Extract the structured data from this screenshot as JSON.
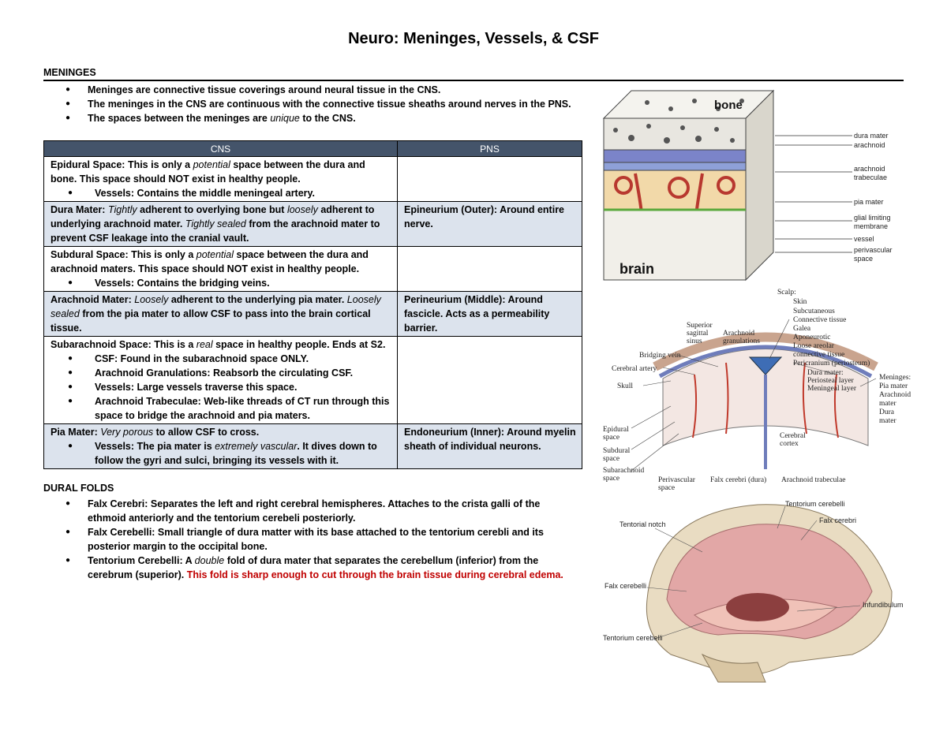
{
  "title": "Neuro: Meninges, Vessels, & CSF",
  "meninges": {
    "heading": "MENINGES",
    "bullets": [
      "Meninges are connective tissue coverings around neural tissue in the CNS.",
      "The meninges in the CNS are continuous with the connective tissue sheaths around nerves in the PNS."
    ],
    "bullet3": {
      "pre": "The spaces between the meninges are ",
      "em": "unique",
      "post": " to the CNS."
    }
  },
  "table": {
    "headers": [
      "CNS",
      "PNS"
    ],
    "rows": {
      "epidural": {
        "a": "Epidural Space: This is only a ",
        "b": "potential",
        "c": " space between the dura and bone. This space should NOT exist in healthy people.",
        "bullets": [
          "Vessels: Contains the middle meningeal artery."
        ],
        "pns": ""
      },
      "dura": {
        "a": "Dura Mater: ",
        "b": "Tightly",
        "c": " adherent to overlying bone but ",
        "d": "loosely",
        "e": " adherent to underlying arachnoid mater. ",
        "f": "Tightly sealed",
        "g": " from the arachnoid mater to prevent CSF leakage into the cranial vault.",
        "pns": "Epineurium (Outer): Around entire nerve."
      },
      "subdural": {
        "a": "Subdural Space: This is only a ",
        "b": "potential",
        "c": " space between the dura and arachnoid maters. This space should NOT exist in healthy people.",
        "bullets": [
          "Vessels: Contains the bridging veins."
        ],
        "pns": ""
      },
      "arachnoid": {
        "a": "Arachnoid Mater: ",
        "b": "Loosely",
        "c": " adherent to the underlying pia mater. ",
        "d": "Loosely sealed",
        "e": " from the pia mater to allow CSF to pass into the brain cortical tissue.",
        "pns": "Perineurium (Middle): Around fascicle. Acts as a permeability barrier."
      },
      "subarachnoid": {
        "a": "Subarachnoid Space: This is a ",
        "b": "real",
        "c": " space in healthy people. Ends at S2.",
        "bullets": [
          "CSF: Found in the subarachnoid space ONLY.",
          "Arachnoid Granulations: Reabsorb the circulating CSF.",
          "Vessels: Large vessels traverse this space.",
          "Arachnoid Trabeculae: Web-like threads of CT run through this space to bridge the arachnoid and pia maters."
        ],
        "pns": ""
      },
      "pia": {
        "a": "Pia Mater: ",
        "b": "Very porous",
        "c": " to allow CSF to cross.",
        "bullet": {
          "a": "Vessels: The pia mater is ",
          "b": "extremely vascular",
          "c": ". It dives down to follow the gyri and sulci, bringing its vessels with it."
        },
        "pns": "Endoneurium (Inner): Around myelin sheath of individual neurons."
      }
    }
  },
  "dural_folds": {
    "heading": "DURAL FOLDS",
    "bullets": [
      "Falx Cerebri: Separates the left and right cerebral hemispheres. Attaches to the crista galli of the ethmoid anteriorly and the tentorium cerebeli posteriorly.",
      "Falx Cerebelli: Small triangle of dura matter with its base attached to the tentorium cerebli and its posterior margin to the occipital bone."
    ],
    "tentorium": {
      "a": "Tentorium Cerebelli: A ",
      "b": "double",
      "c": " fold of dura mater that separates the cerebellum (inferior) from the cerebrum (superior). ",
      "red": "This fold is sharp enough to cut through the brain tissue during cerebral edema."
    }
  },
  "figure1": {
    "labels": {
      "bone": "bone",
      "brain": "brain",
      "dura": "dura mater",
      "arachnoid": "arachnoid",
      "trab1": "arachnoid",
      "trab2": "trabeculae",
      "pia": "pia mater",
      "glial1": "glial limiting",
      "glial2": "membrane",
      "vessel": "vessel",
      "peri1": "perivascular",
      "peri2": "space"
    },
    "colors": {
      "bone": "#e8e6e0",
      "dura": "#7b84c9",
      "arachnoid": "#8ea0d8",
      "space": "#f2d9a9",
      "vessel": "#b8382f",
      "pia": "#5aa83c"
    }
  },
  "figure2": {
    "labels": {
      "scalp": "Scalp:",
      "skin": "Skin",
      "subcut": "Subcutaneous",
      "ct": "Connective tissue",
      "galea": "Galea",
      "apo": "Aponeurotic",
      "loose1": "Loose areolar",
      "loose2": "connective tissue",
      "peri": "Pericranium (periosteum)",
      "dura": "Dura mater:",
      "perio": "Periosteal layer",
      "men": "Meningeal layer",
      "meninges": "Meninges:",
      "pia": "Pia mater",
      "arach1": "Arachnoid",
      "arach2": "mater",
      "dura2a": "Dura",
      "dura2b": "mater",
      "sss1": "Superior",
      "sss2": "sagittal",
      "sss3": "sinus",
      "gran1": "Arachnoid",
      "gran2": "granulations",
      "bridge": "Bridging vein",
      "artery": "Cerebral artery",
      "skull": "Skull",
      "epi1": "Epidural",
      "epi2": "space",
      "subd1": "Subdural",
      "subd2": "space",
      "suba1": "Subarachnoid",
      "suba2": "space",
      "pvs1": "Perivascular",
      "pvs2": "space",
      "falx": "Falx cerebri (dura)",
      "trab": "Arachnoid trabeculae",
      "cortex1": "Cerebral",
      "cortex2": "cortex"
    }
  },
  "figure3": {
    "labels": {
      "tcer": "Tentorium cerebelli",
      "tnotch": "Tentorial notch",
      "fcer": "Falx cerebri",
      "fcer2": "Falx cerebelli",
      "infund": "Infundibulum",
      "tcer2": "Tentorium cerebelli"
    }
  }
}
